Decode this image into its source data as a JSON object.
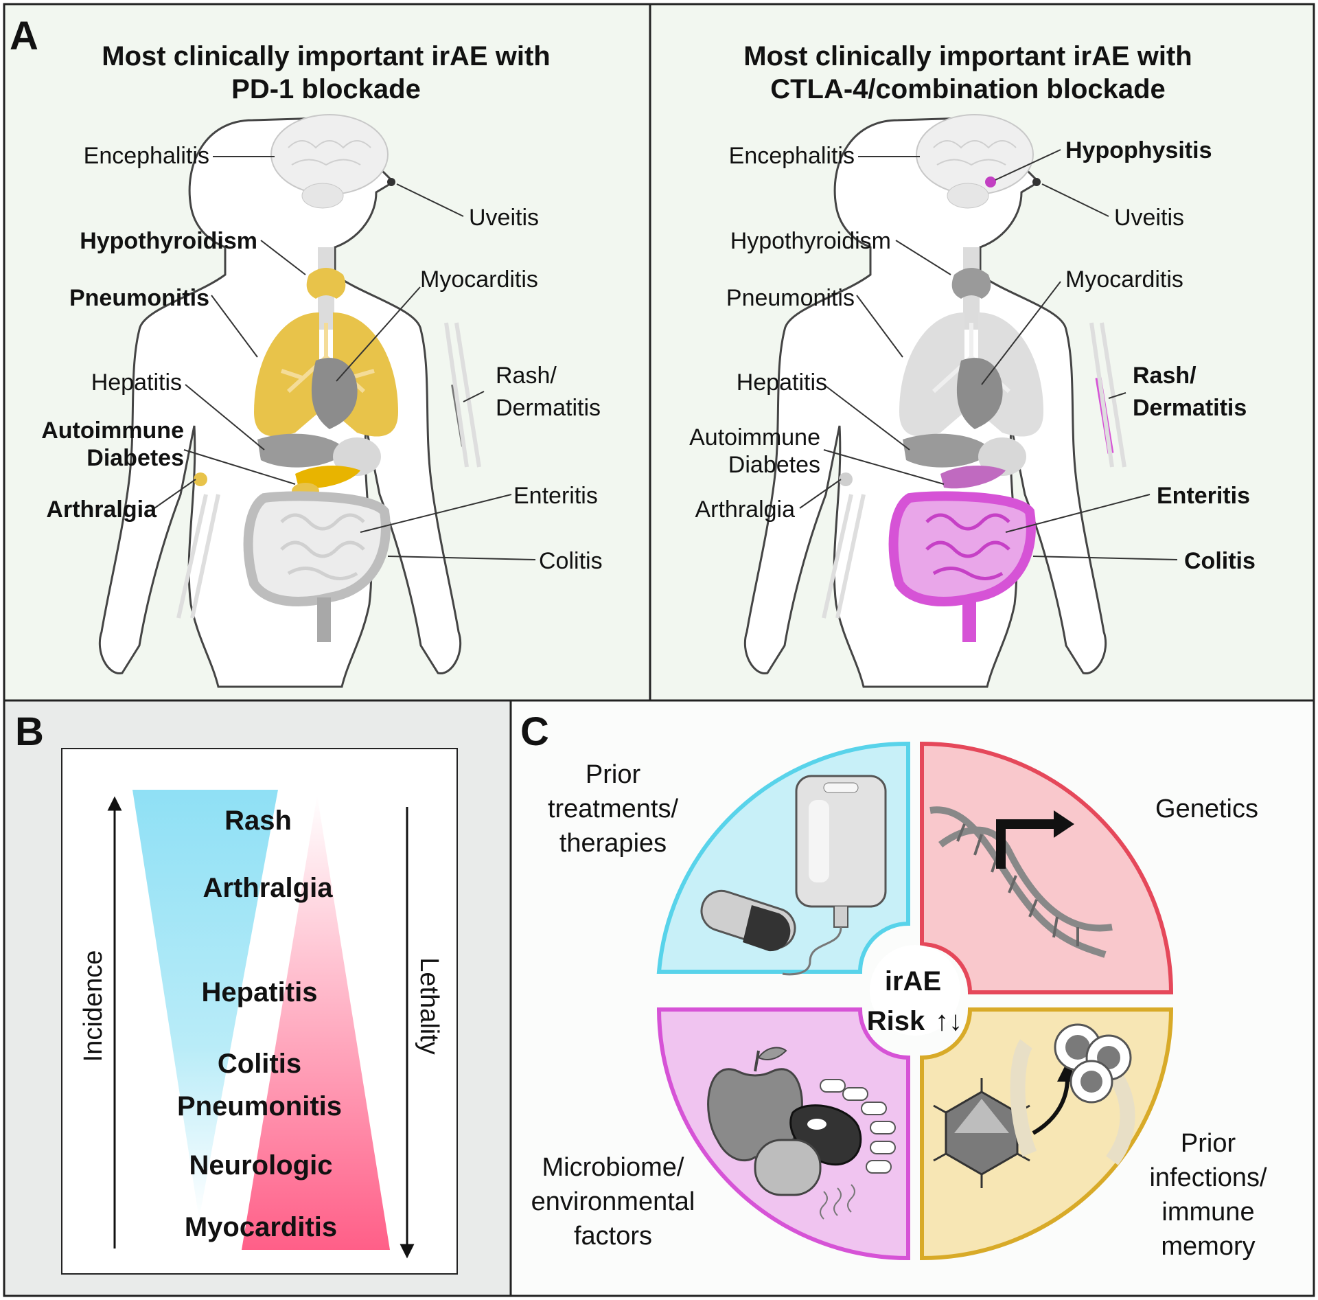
{
  "panel_a": {
    "letter": "A",
    "left": {
      "title_line1": "Most clinically important irAE with",
      "title_line2": "PD-1 blockade",
      "labels": {
        "encephalitis": "Encephalitis",
        "uveitis": "Uveitis",
        "hypothyroidism": "Hypothyroidism",
        "pneumonitis": "Pneumonitis",
        "myocarditis": "Myocarditis",
        "hepatitis": "Hepatitis",
        "rash1": "Rash/",
        "rash2": "Dermatitis",
        "autoimmune": "Autoimmune",
        "diabetes": "Diabetes",
        "enteritis": "Enteritis",
        "arthralgia": "Arthralgia",
        "colitis": "Colitis"
      }
    },
    "right": {
      "title_line1": "Most clinically important irAE with",
      "title_line2": "CTLA-4/combination blockade",
      "labels": {
        "encephalitis": "Encephalitis",
        "hypophysitis": "Hypophysitis",
        "uveitis": "Uveitis",
        "hypothyroidism": "Hypothyroidism",
        "myocarditis": "Myocarditis",
        "pneumonitis": "Pneumonitis",
        "hepatitis": "Hepatitis",
        "rash1": "Rash/",
        "rash2": "Dermatitis",
        "autoimmune": "Autoimmune",
        "diabetes": "Diabetes",
        "enteritis": "Enteritis",
        "arthralgia": "Arthralgia",
        "colitis": "Colitis"
      }
    }
  },
  "panel_b": {
    "letter": "B",
    "incidence": "Incidence",
    "lethality": "Lethality",
    "items": [
      "Rash",
      "Arthralgia",
      "Hepatitis",
      "Colitis",
      "Pneumonitis",
      "Neurologic",
      "Myocarditis"
    ]
  },
  "panel_c": {
    "letter": "C",
    "center_line1": "irAE",
    "center_line2": "Risk",
    "arrows": "↑↓",
    "prior_treatments": [
      "Prior",
      "treatments/",
      "therapies"
    ],
    "genetics": "Genetics",
    "microbiome": [
      "Microbiome/",
      "environmental",
      "factors"
    ],
    "prior_infections": [
      "Prior",
      "infections/",
      "immune",
      "memory"
    ]
  },
  "colors": {
    "pd1_highlight": "#e8c34a",
    "ctla4_highlight": "#d85ad8",
    "panel_a_bg": "#f2f7f0",
    "panel_b_bg": "#e9ebea",
    "incidence_blue": "#8fe0f5",
    "lethality_pink": "#ff5f88",
    "quad_blue": "#58d3ea",
    "quad_red": "#e5485a",
    "quad_magenta": "#d653d6",
    "quad_gold": "#d8aa28"
  }
}
